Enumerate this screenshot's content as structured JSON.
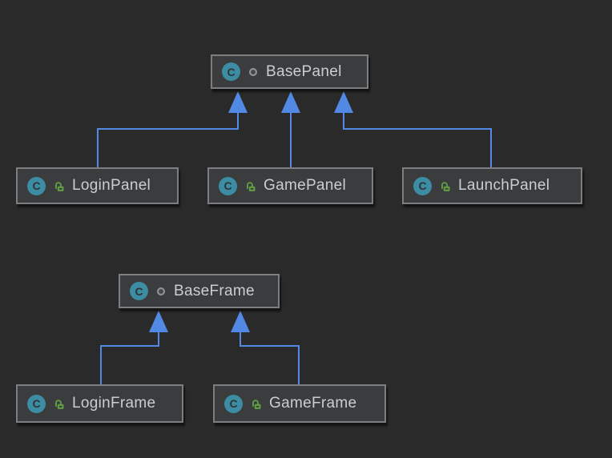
{
  "diagram": {
    "type": "uml-class-inheritance-diagram",
    "background_color": "#2a2a2b",
    "edge_color": "#5289e4",
    "node_fill_color": "#3b3c3d",
    "node_border_color": "#7c7e80",
    "node_text_color": "#c9ced4",
    "class_icon": {
      "label": "C",
      "color": "#3c8da3"
    },
    "visibility_icons": {
      "package_local": "gray-dot-icon",
      "public": "green-open-lock-icon"
    },
    "nodes": [
      {
        "id": "base-panel",
        "label": "BasePanel",
        "visibility": "package-local"
      },
      {
        "id": "login-panel",
        "label": "LoginPanel",
        "visibility": "public"
      },
      {
        "id": "game-panel",
        "label": "GamePanel",
        "visibility": "public"
      },
      {
        "id": "launch-panel",
        "label": "LaunchPanel",
        "visibility": "public"
      },
      {
        "id": "base-frame",
        "label": "BaseFrame",
        "visibility": "package-local"
      },
      {
        "id": "login-frame",
        "label": "LoginFrame",
        "visibility": "public"
      },
      {
        "id": "game-frame",
        "label": "GameFrame",
        "visibility": "public"
      }
    ],
    "edges": [
      {
        "from": "LoginPanel",
        "to": "BasePanel",
        "type": "inheritance"
      },
      {
        "from": "GamePanel",
        "to": "BasePanel",
        "type": "inheritance"
      },
      {
        "from": "LaunchPanel",
        "to": "BasePanel",
        "type": "inheritance"
      },
      {
        "from": "LoginFrame",
        "to": "BaseFrame",
        "type": "inheritance"
      },
      {
        "from": "GameFrame",
        "to": "BaseFrame",
        "type": "inheritance"
      }
    ]
  }
}
